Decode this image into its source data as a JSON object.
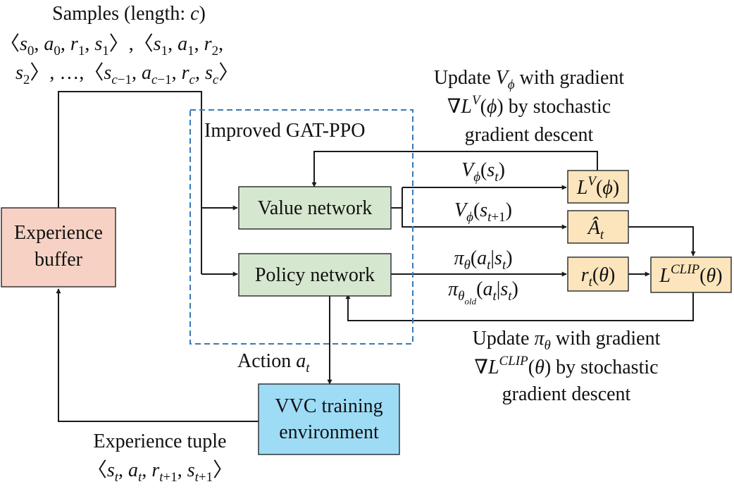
{
  "colors": {
    "buffer_fill": "#f7d2c4",
    "network_fill": "#d6e7cf",
    "env_fill": "#9edcf6",
    "loss_fill": "#fce5bc",
    "dashed_border": "#3a79b7",
    "line": "#1a1a1a"
  },
  "samples": {
    "title_prefix": "Samples (length: ",
    "title_var": "c",
    "title_suffix": ")",
    "line2": "〈s₀, a₀, r₁, s₁〉,〈s₁, a₁, r₂,",
    "line3": "s₂〉, …,〈s_{c−1}, a_{c−1}, r_c, s_c〉"
  },
  "group_label": "Improved GAT-PPO",
  "boxes": {
    "experience_buffer": [
      "Experience",
      "buffer"
    ],
    "value_network": "Value network",
    "policy_network": "Policy network",
    "vvc_env": [
      "VVC training",
      "environment"
    ],
    "value_loss": "L^V(ϕ)",
    "advantage": "Â_t",
    "ratio": "r_t(θ)",
    "clip_loss": "L^{CLIP}(θ)"
  },
  "edges": {
    "v_st": "V_ϕ(s_t)",
    "v_st1": "V_ϕ(s_{t+1})",
    "pi_theta": "π_θ(a_t|s_t)",
    "pi_old": "π_{θ_old}(a_t|s_t)",
    "action": "Action a_t"
  },
  "update_value": {
    "line1": "Update V_ϕ with gradient",
    "line2": "∇L^V(ϕ) by stochastic",
    "line3": "gradient descent"
  },
  "update_policy": {
    "line1": "Update π_θ with gradient",
    "line2": "∇L^{CLIP}(θ) by stochastic",
    "line3": "gradient descent"
  },
  "experience_tuple": {
    "line1": "Experience tuple",
    "line2": "〈s_t, a_t, r_{t+1}, s_{t+1}〉"
  }
}
